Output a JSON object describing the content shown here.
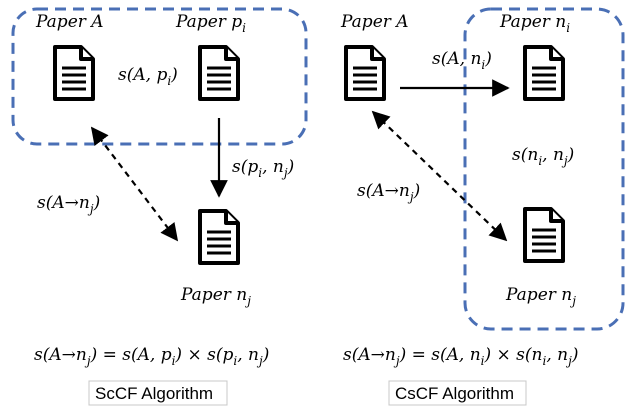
{
  "left": {
    "paper_a": "Paper A",
    "paper_pi": "Paper p",
    "paper_pi_sub": "i",
    "paper_nj": "Paper n",
    "paper_nj_sub": "j",
    "rel_a_pi": "s(A, p",
    "rel_a_pi_sub": "i",
    "rel_a_pi_close": ")",
    "rel_pi_nj": "s(p",
    "rel_pi_nj_sub1": "i",
    "rel_pi_nj_mid": ", n",
    "rel_pi_nj_sub2": "j",
    "rel_pi_nj_close": ")",
    "rel_a_nj": "s(A→n",
    "rel_a_nj_sub": "j",
    "rel_a_nj_close": ")",
    "equation": "s(A→n",
    "equation_sub": "j",
    "equation_rest": ") = s(A, p",
    "equation_sub2": "i",
    "equation_rest2": ") × s(p",
    "equation_sub3": "i",
    "equation_rest3": ", n",
    "equation_sub4": "j",
    "equation_rest4": ")",
    "caption": "ScCF Algorithm"
  },
  "right": {
    "paper_a": "Paper A",
    "paper_ni": "Paper n",
    "paper_ni_sub": "i",
    "paper_nj": "Paper n",
    "paper_nj_sub": "j",
    "rel_a_ni": "s(A, n",
    "rel_a_ni_sub": "i",
    "rel_a_ni_close": ")",
    "rel_ni_nj": "s(n",
    "rel_ni_nj_sub1": "i",
    "rel_ni_nj_mid": ", n",
    "rel_ni_nj_sub2": "j",
    "rel_ni_nj_close": ")",
    "rel_a_nj": "s(A→n",
    "rel_a_nj_sub": "j",
    "rel_a_nj_close": ")",
    "equation": "s(A→n",
    "equation_sub": "j",
    "equation_rest": ") = s(A, n",
    "equation_sub2": "i",
    "equation_rest2": ") × s(n",
    "equation_sub3": "i",
    "equation_rest3": ", n",
    "equation_sub4": "j",
    "equation_rest4": ")",
    "caption": "CsCF Algorithm"
  },
  "colors": {
    "dashed_group": "#4a6fb5",
    "ink": "#000000"
  }
}
